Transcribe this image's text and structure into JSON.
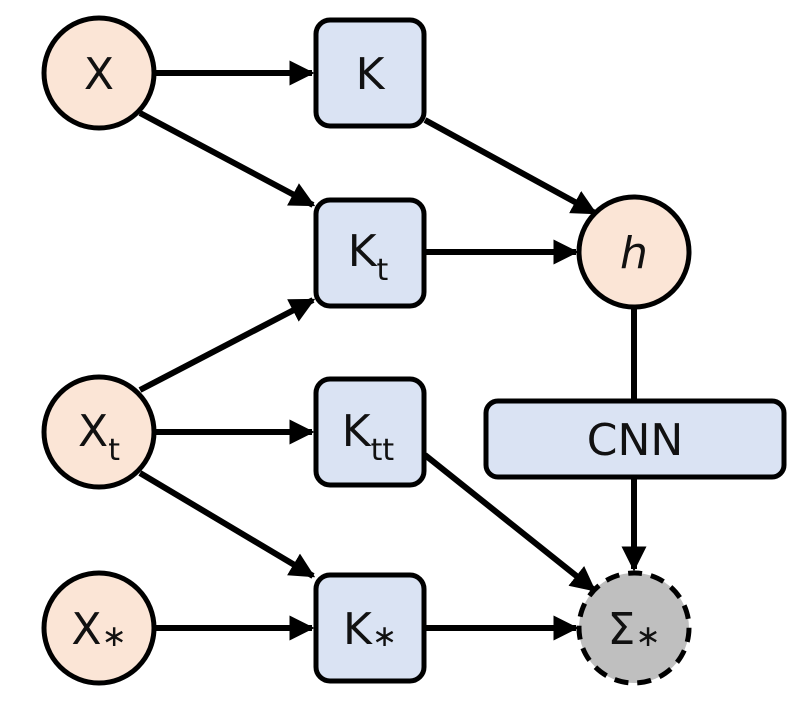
{
  "colors": {
    "input_fill": "#fbe5d6",
    "kernel_fill": "#dae3f3",
    "output_fill": "#bfbfbf",
    "stroke": "#000000"
  },
  "nodes": {
    "x": {
      "base": "X",
      "sub": ""
    },
    "xt": {
      "base": "X",
      "sub": "t"
    },
    "xstar": {
      "base": "X",
      "sub": "∗"
    },
    "k": {
      "base": "K",
      "sub": ""
    },
    "kt": {
      "base": "K",
      "sub": "t"
    },
    "ktt": {
      "base": "K",
      "sub": "tt"
    },
    "kstar": {
      "base": "K",
      "sub": "∗"
    },
    "h": {
      "base": "h",
      "sub": ""
    },
    "cnn": {
      "base": "CNN",
      "sub": ""
    },
    "sigma": {
      "base": "Σ",
      "sub": "∗"
    }
  }
}
